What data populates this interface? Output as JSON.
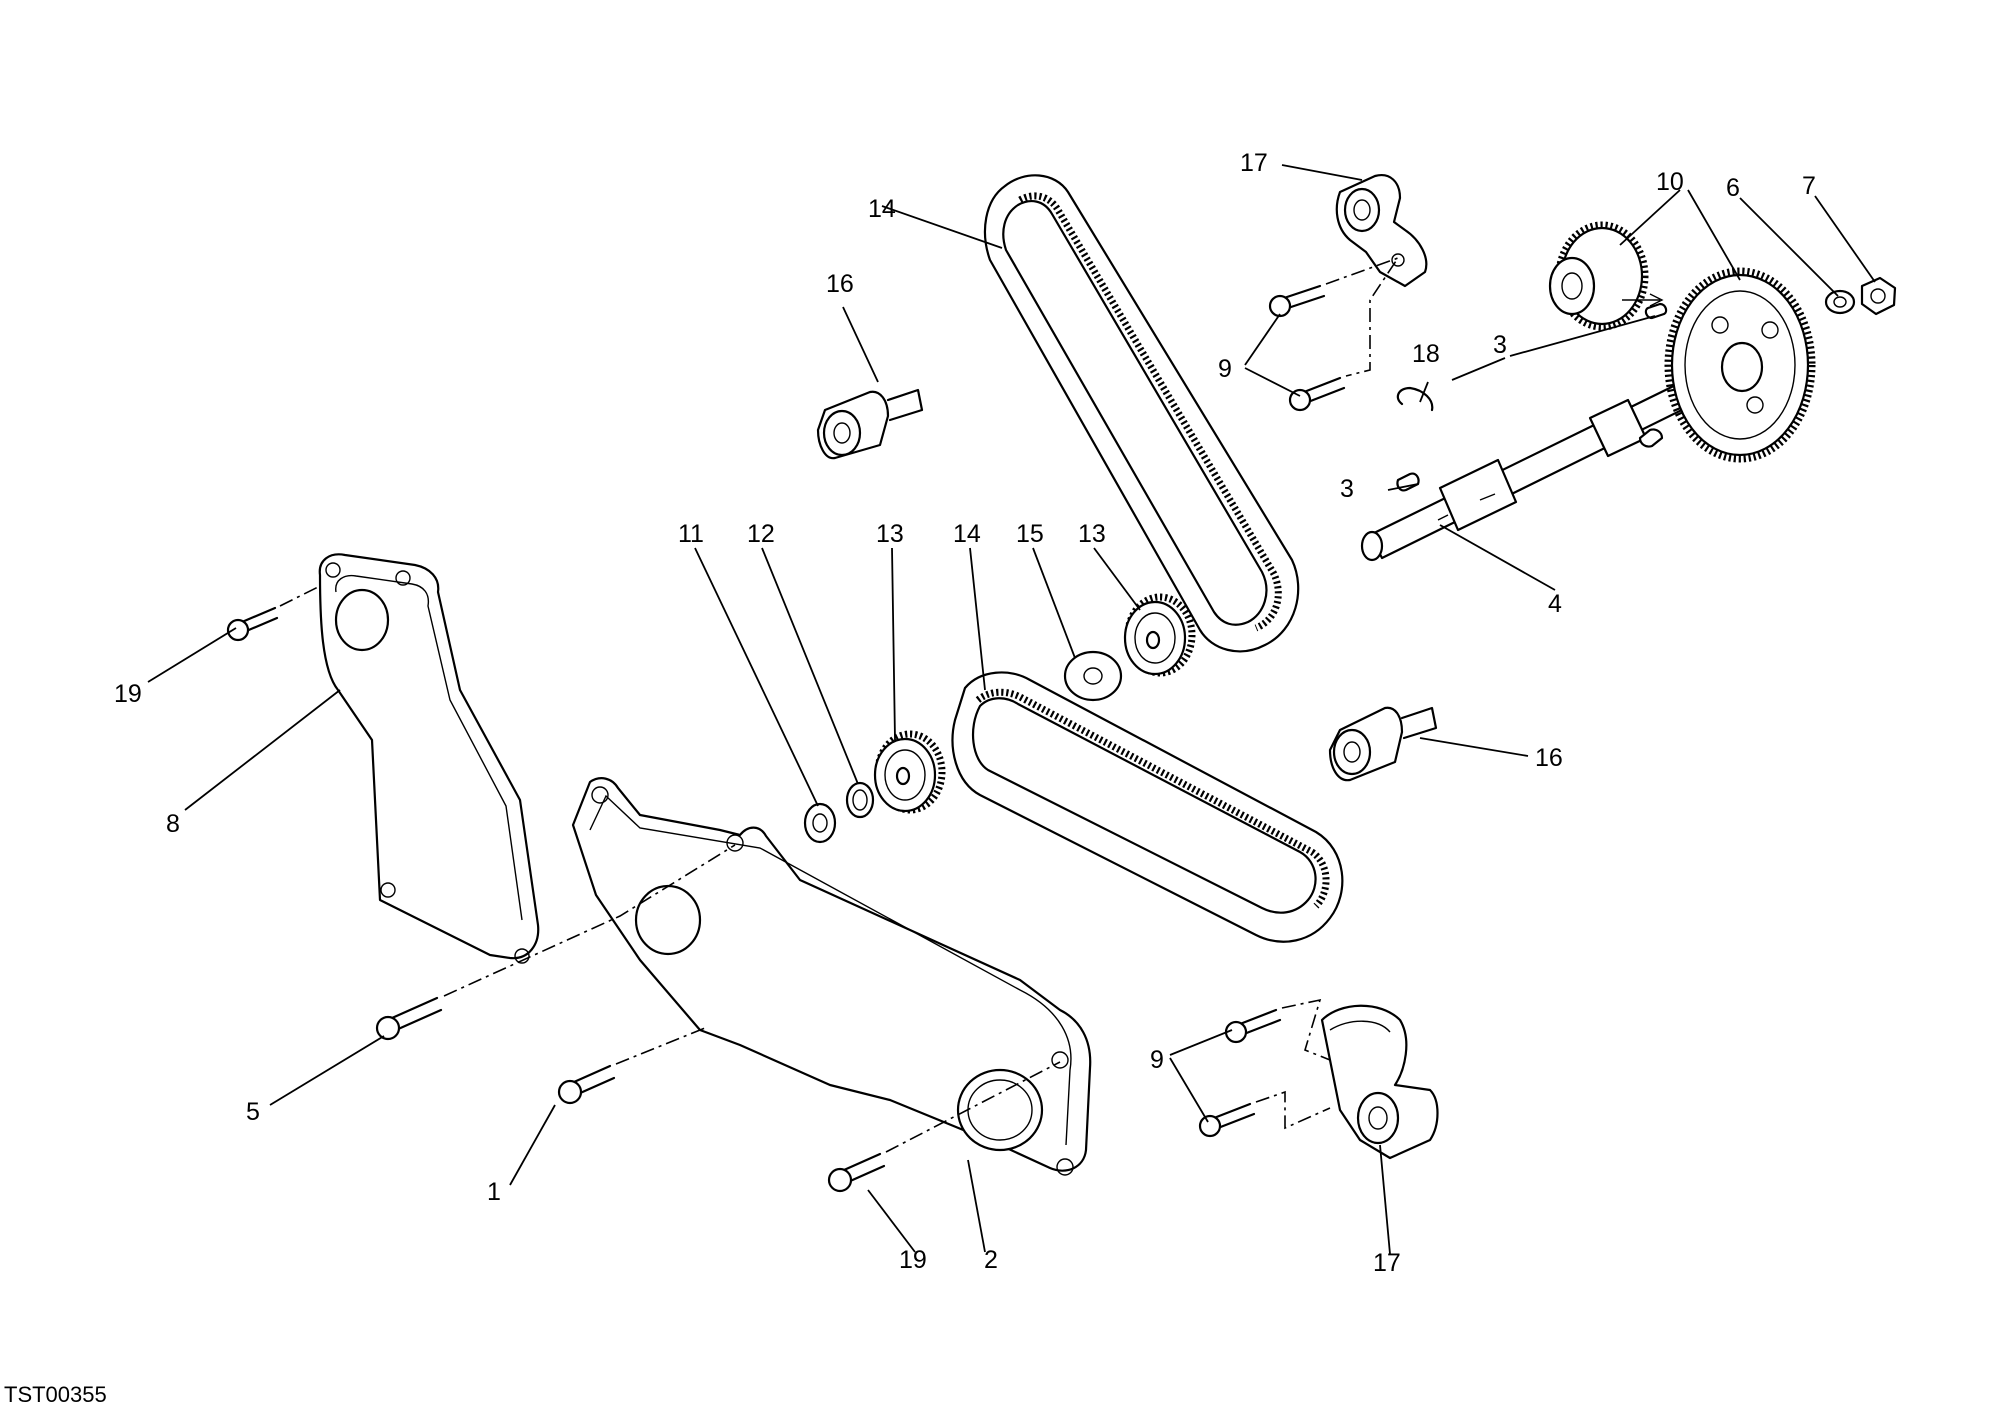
{
  "labels": {
    "l1": "1",
    "l2": "2",
    "l3a": "3",
    "l3b": "3",
    "l4": "4",
    "l5": "5",
    "l6": "6",
    "l7": "7",
    "l8": "8",
    "l9a": "9",
    "l9b": "9",
    "l10": "10",
    "l11": "11",
    "l12": "12",
    "l13a": "13",
    "l13b": "13",
    "l14a": "14",
    "l14b": "14",
    "l15": "15",
    "l16a": "16",
    "l16b": "16",
    "l17a": "17",
    "l17b": "17",
    "l18": "18",
    "l19a": "19",
    "l19b": "19"
  },
  "drawing_code": "TST00355"
}
